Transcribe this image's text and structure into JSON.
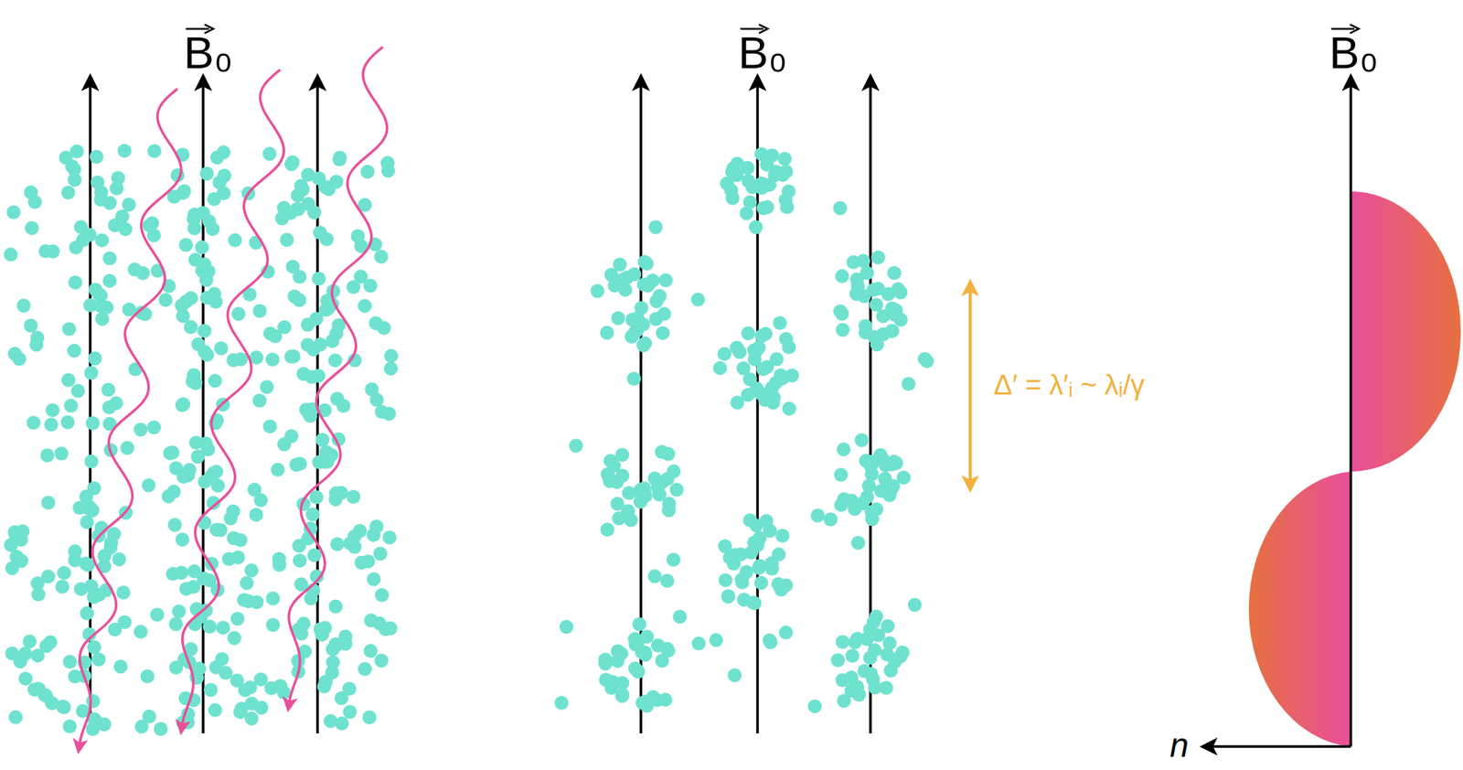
{
  "diagram": {
    "labels": [
      "B₀",
      "B₀",
      "B₀",
      "Δ′ = λ′ᵢ ~ λᵢ/γ",
      "n"
    ]
  }
}
